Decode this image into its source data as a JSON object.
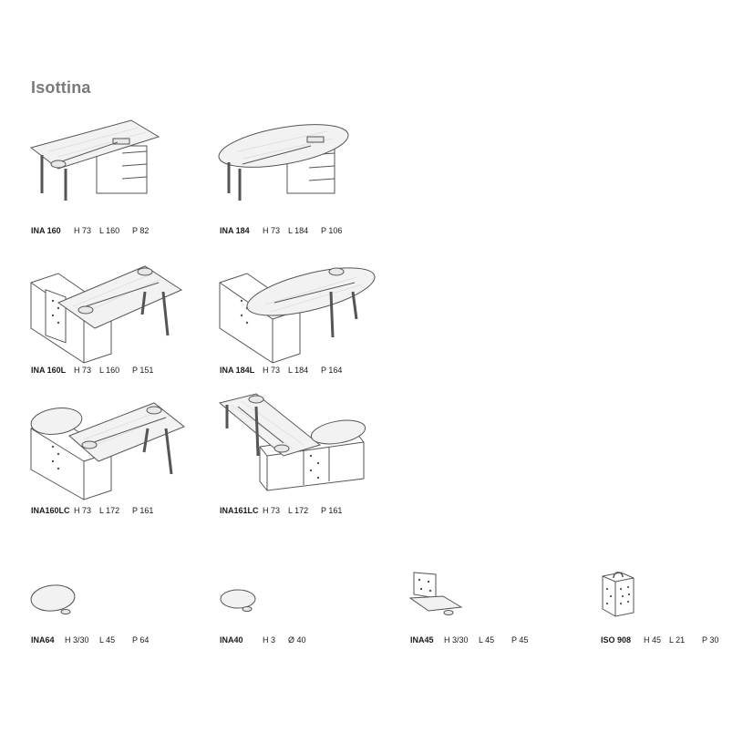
{
  "title": "Isottina",
  "products": [
    {
      "code": "INA 160",
      "dims": [
        "H 73",
        "L 160",
        "P 82"
      ],
      "icon": "desk-with-pedestal-icon"
    },
    {
      "code": "INA 184",
      "dims": [
        "H 73",
        "L 184",
        "P 106"
      ],
      "icon": "oval-desk-with-pedestal-icon"
    },
    {
      "code": "INA 160L",
      "dims": [
        "H 73",
        "L 160",
        "P 151"
      ],
      "icon": "desk-with-side-cabinet-icon"
    },
    {
      "code": "INA 184L",
      "dims": [
        "H 73",
        "L 184",
        "P 164"
      ],
      "icon": "oval-desk-with-side-cabinet-icon"
    },
    {
      "code": "INA160LC",
      "dims": [
        "H 73",
        "L 172",
        "P 161"
      ],
      "icon": "desk-with-cabinet-and-extension-left-icon"
    },
    {
      "code": "INA161LC",
      "dims": [
        "H 73",
        "L 172",
        "P 161"
      ],
      "icon": "desk-with-cabinet-and-extension-right-icon"
    },
    {
      "code": "INA64",
      "dims": [
        "H 3/30",
        "L 45",
        "P 64"
      ],
      "icon": "oval-top-extension-icon"
    },
    {
      "code": "INA40",
      "dims": [
        "H 3",
        "Ø 40"
      ],
      "icon": "round-top-icon"
    },
    {
      "code": "INA45",
      "dims": [
        "H 3/30",
        "L 45",
        "P 45"
      ],
      "icon": "modesty-panel-with-shelf-icon"
    },
    {
      "code": "ISO 908",
      "dims": [
        "H 45",
        "L 21",
        "P 30"
      ],
      "icon": "perforated-container-icon"
    }
  ]
}
